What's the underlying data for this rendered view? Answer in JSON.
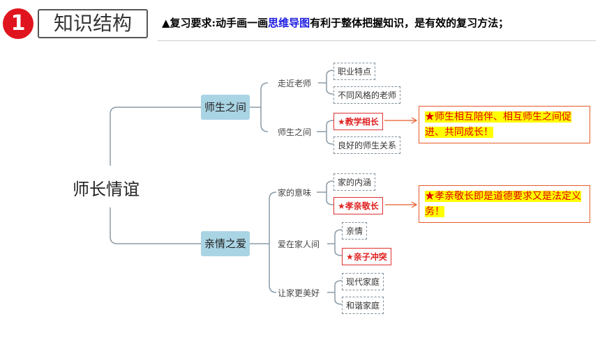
{
  "header": {
    "badge_number": "1",
    "section_title": "知识结构",
    "requirement_prefix": "▲复习要求:动手画一画",
    "requirement_highlight": "思维导图",
    "requirement_suffix": "有利于整体把握知识，是有效的复习方法；"
  },
  "mindmap": {
    "root": "师长情谊",
    "branch1": {
      "label": "师生之间",
      "sub1": {
        "label": "走近老师",
        "leaves": [
          "职业特点",
          "不同风格的老师"
        ]
      },
      "sub2": {
        "label": "师生之间",
        "leaves": [
          "★教学相长",
          "良好的师生关系"
        ]
      }
    },
    "branch2": {
      "label": "亲情之爱",
      "sub1": {
        "label": "家的意味",
        "leaves": [
          "家的内涵",
          "★孝亲敬长"
        ]
      },
      "sub2": {
        "label": "爱在家人间",
        "leaves": [
          "亲情",
          "★亲子冲突"
        ]
      },
      "sub3": {
        "label": "让家更美好",
        "leaves": [
          "现代家庭",
          "和谐家庭"
        ]
      }
    },
    "notes": [
      "★师生相互陪伴、相互师生之间促进、共同成长！",
      "★孝亲敬长即是道德要求又是法定义务！"
    ]
  },
  "colors": {
    "badge": "#e0141e",
    "branch_fill": "#a9d4e4",
    "highlight_red": "#e02020",
    "note_bg": "#ffff00",
    "note_border": "#e55a2a",
    "requirement_blue": "#1a1adf"
  }
}
